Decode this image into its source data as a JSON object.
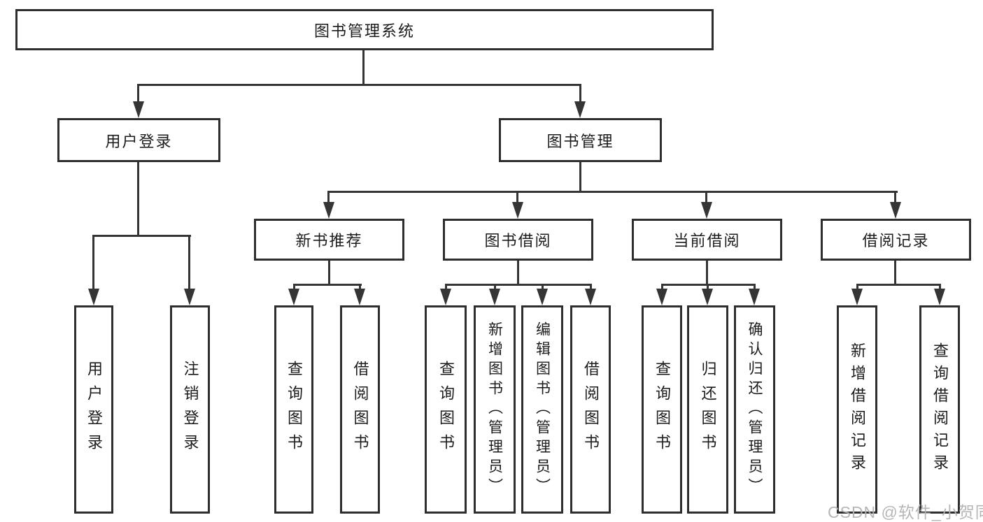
{
  "diagram": {
    "root": {
      "label": "图书管理系统"
    },
    "level2": [
      {
        "label": "用户登录"
      },
      {
        "label": "图书管理"
      }
    ],
    "level3": [
      {
        "label": "新书推荐"
      },
      {
        "label": "图书借阅"
      },
      {
        "label": "当前借阅"
      },
      {
        "label": "借阅记录"
      }
    ],
    "leaves": {
      "login": [
        {
          "label": "用户登录"
        },
        {
          "label": "注销登录"
        }
      ],
      "newbook": [
        {
          "label": "查询图书"
        },
        {
          "label": "借阅图书"
        }
      ],
      "borrow": [
        {
          "label": "查询图书"
        },
        {
          "label": "新增图书（管理员）"
        },
        {
          "label": "编辑图书（管理员）"
        },
        {
          "label": "借阅图书"
        }
      ],
      "current": [
        {
          "label": "查询图书"
        },
        {
          "label": "归还图书"
        },
        {
          "label": "确认归还（管理员）"
        }
      ],
      "records": [
        {
          "label": "新增借阅记录"
        },
        {
          "label": "查询借阅记录"
        }
      ]
    },
    "colors": {
      "background": "#ffffff",
      "line": "#353535",
      "border": "#2e2e2e",
      "text": "#1c1c1c",
      "watermark": "#b2b2b2"
    }
  },
  "watermark": {
    "text": "CSDN @软件_小贺同学"
  }
}
